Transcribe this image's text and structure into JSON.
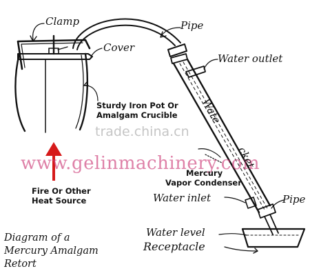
{
  "labels": {
    "clamp": "Clamp",
    "pipe_top": "Pipe",
    "cover": "Cover",
    "water_outlet": "Water outlet",
    "pot_line1": "Sturdy Iron Pot Or",
    "pot_line2": "Amalgam Crucible",
    "water_jacket_a": "Wate",
    "water_jacket_b": "cket",
    "condenser_line1": "Mercury",
    "condenser_line2": "Vapor Condenser",
    "fire_line1": "Fire Or Other",
    "fire_line2": "Heat Source",
    "water_inlet": "Water inlet",
    "pipe_bottom": "Pipe",
    "water_level": "Water level",
    "receptacle": "Receptacle"
  },
  "title": {
    "line1": "Diagram of a",
    "line2": "Mercury Amalgam",
    "line3": "Retort"
  },
  "watermarks": {
    "site1": "trade.china.cn",
    "site2": "www.gelinmachinery.com"
  },
  "colors": {
    "ink": "#111111",
    "fire_arrow": "#d61a1a"
  }
}
